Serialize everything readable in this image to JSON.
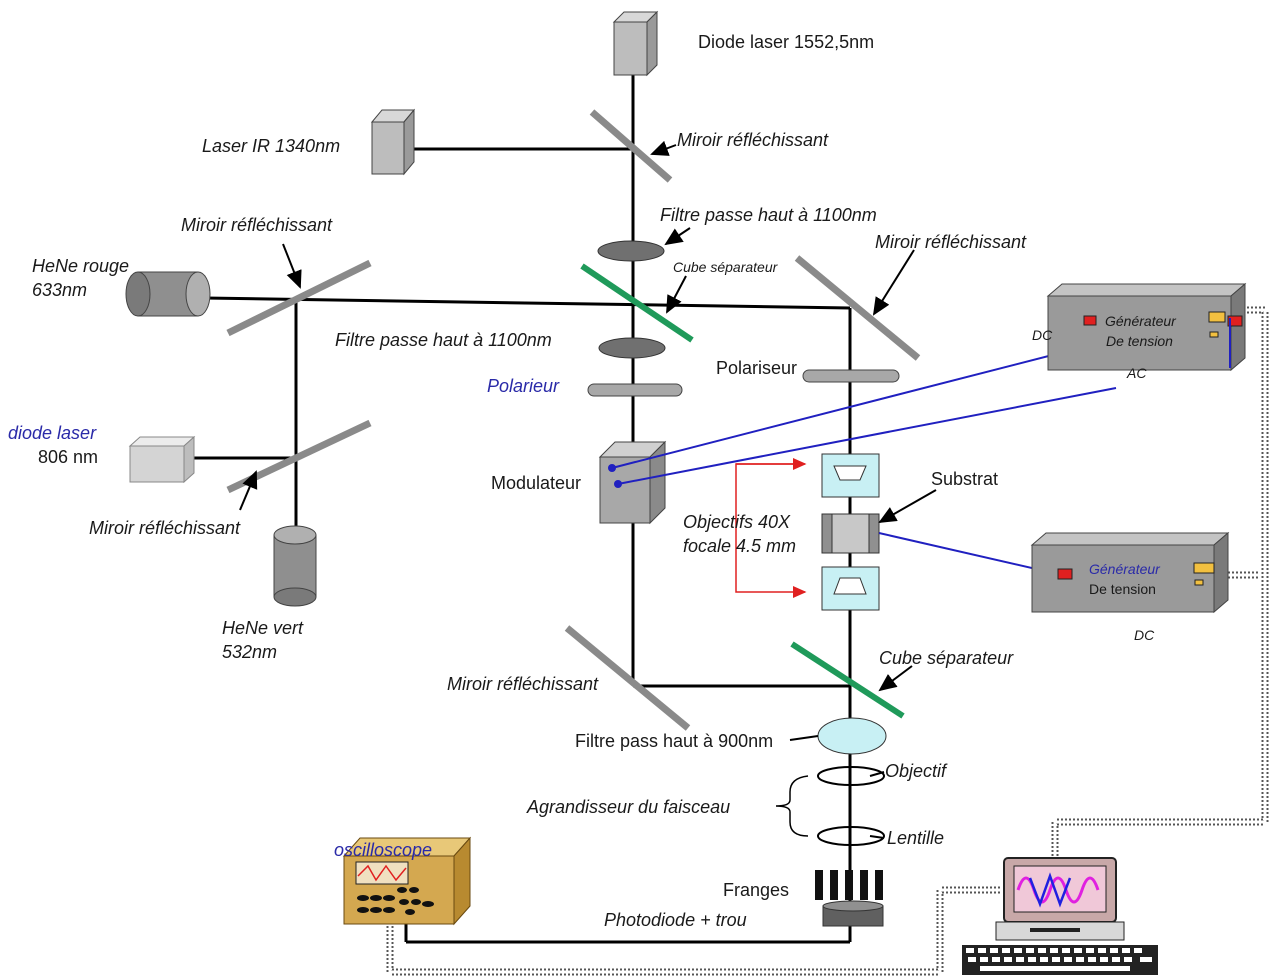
{
  "labels": {
    "diode_1552": "Diode laser 1552,5nm",
    "laser_ir": "Laser IR 1340nm",
    "miroir_top": "Miroir réfléchissant",
    "filtre_top": "Filtre passe haut à 1100nm",
    "miroir_left_top": "Miroir réfléchissant",
    "miroir_right_top": "Miroir réfléchissant",
    "hene_rouge_1": "HeNe rouge",
    "hene_rouge_2": "633nm",
    "cube_sep_top": "Cube séparateur",
    "filtre_mid": "Filtre passe haut à 1100nm",
    "polarieur": "Polarieur",
    "polariseur": "Polariseur",
    "diode_806_1": "diode laser",
    "diode_806_2": "806 nm",
    "modulateur": "Modulateur",
    "substrat": "Substrat",
    "objectifs_1": "Objectifs 40X",
    "objectifs_2": "focale 4.5 mm",
    "miroir_left_low": "Miroir réfléchissant",
    "hene_vert_1": "HeNe vert",
    "hene_vert_2": "532nm",
    "miroir_bottom": "Miroir réfléchissant",
    "cube_sep_bottom": "Cube séparateur",
    "filtre_900": "Filtre pass haut à 900nm",
    "objectif": "Objectif",
    "agrandisseur": "Agrandisseur  du faisceau",
    "lentille": "Lentille",
    "franges": "Franges",
    "photodiode": "Photodiode + trou",
    "oscilloscope": "oscilloscope",
    "gen1_line1": "Générateur",
    "gen1_line2": "De tension",
    "dc_top": "DC",
    "ac": "AC",
    "gen2_line1": "Générateur",
    "gen2_line2": "De tension",
    "dc_bottom": "DC"
  },
  "colors": {
    "beam": "#000000",
    "mirror": "#8a8a8a",
    "splitter": "#1f9a5a",
    "wire": "#2020c0",
    "optics_box": "#c8f0f4",
    "oscilloscope": "#d4a850",
    "generator": "#9a9a9a",
    "red_arrow": "#e02020"
  }
}
